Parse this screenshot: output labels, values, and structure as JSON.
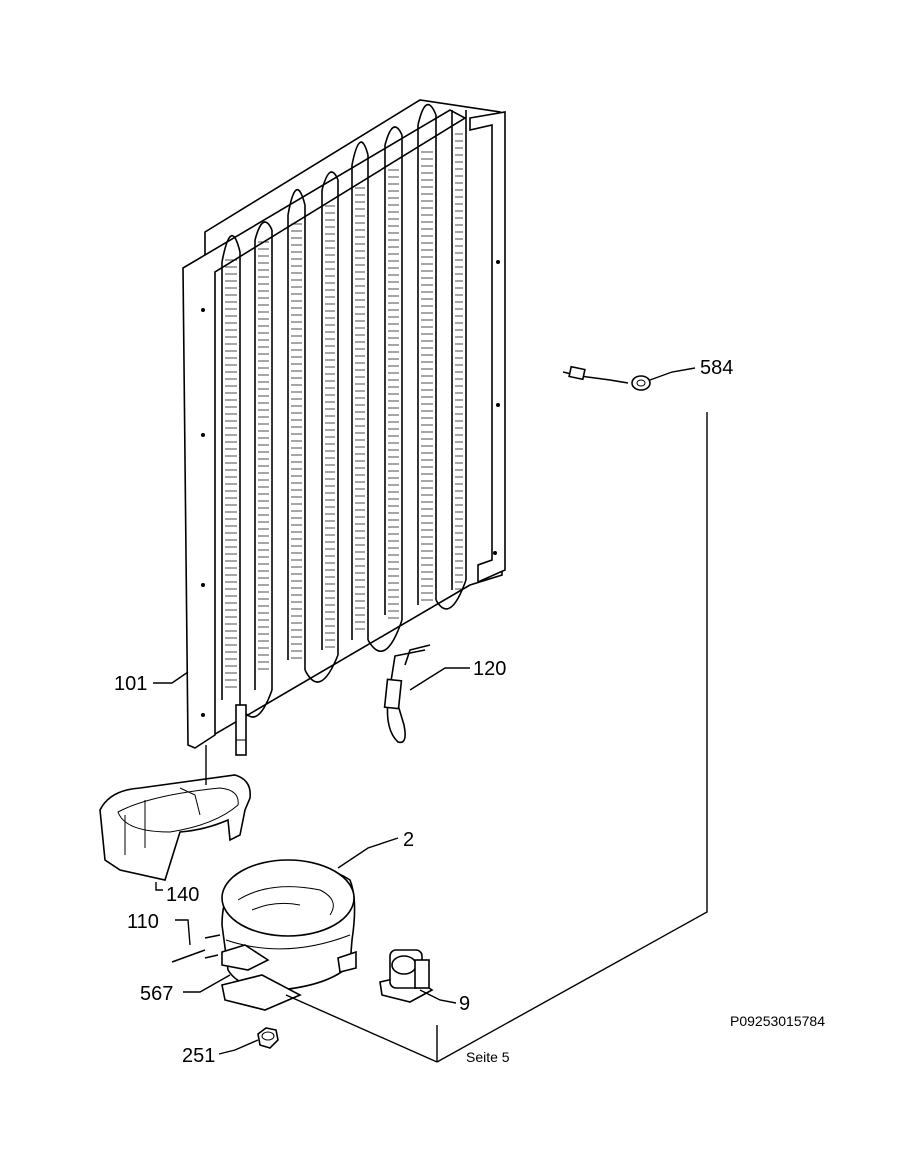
{
  "parts": {
    "p584": "584",
    "p101": "101",
    "p120": "120",
    "p2": "2",
    "p140": "140",
    "p110": "110",
    "p567": "567",
    "p9": "9",
    "p251": "251"
  },
  "ref_label": "Seite 5",
  "drawing_number": "P09253015784"
}
